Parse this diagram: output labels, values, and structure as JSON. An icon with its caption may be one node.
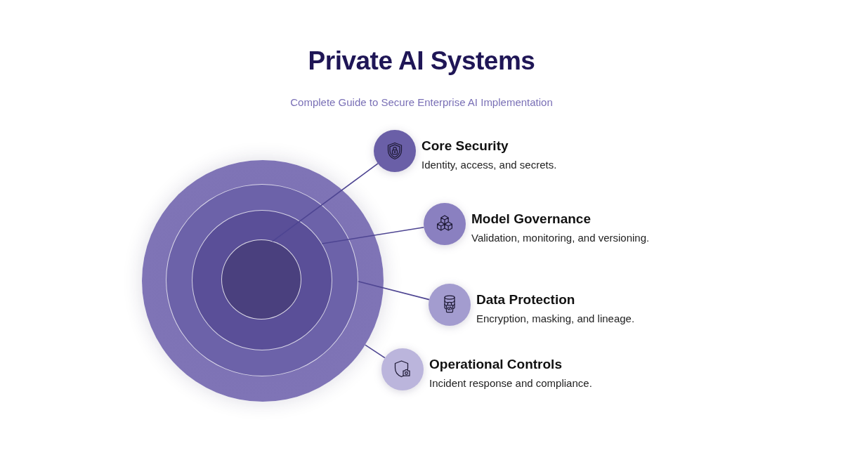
{
  "diagram": {
    "title": "Private AI Systems",
    "nodes": [
      {
        "text": [],
        "shape": "circle"
      },
      {
        "text": [],
        "shape": "circle",
        "in": 0
      },
      {
        "text": [],
        "shape": "circle",
        "in": 1
      },
      {
        "text": [],
        "shape": "circle",
        "in": 2
      },
      {
        "text": [
          "Core Security",
          "Identity, access, and secrets."
        ]
      },
      {
        "text": [
          "Model Governance",
          "Validation, monitoring, and versioning."
        ]
      },
      {
        "text": [
          "Data Protection",
          "Encryption, masking, and lineage."
        ]
      },
      {
        "text": [
          "Operational Controls",
          "Incident response and compliance."
        ]
      }
    ],
    "edges": [
      {
        "from": 3,
        "to": 4,
        "arrow": "none"
      },
      {
        "from": 2,
        "to": 5,
        "arrow": "none"
      },
      {
        "from": 1,
        "to": 6,
        "arrow": "none"
      },
      {
        "from": 0,
        "to": 7,
        "arrow": "none"
      }
    ],
    "labels": [
      "Complete Guide to Secure Enterprise AI Implementation"
    ]
  }
}
